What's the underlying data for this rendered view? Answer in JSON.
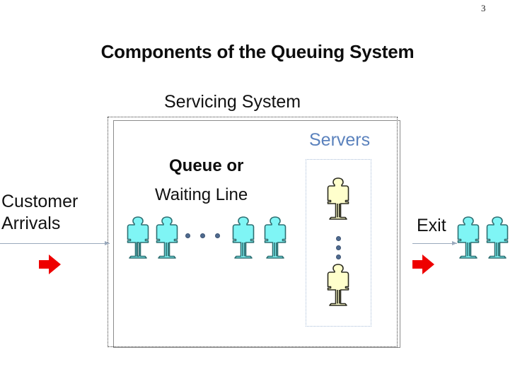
{
  "slide": {
    "page_number": "3",
    "title": "Components of the Queuing System"
  },
  "labels": {
    "servicing_system": "Servicing System",
    "servers": "Servers",
    "queue_line_1": "Queue or",
    "queue_line_2": "Waiting Line",
    "customer_arrivals": "Customer\nArrivals",
    "customer_arrivals_line_1": "Customer",
    "customer_arrivals_line_2": "Arrivals",
    "exit": "Exit"
  },
  "colors": {
    "queue_person_fill": "#7FF5F5",
    "queue_person_stroke": "#2e6f72",
    "server_person_fill": "#FFFFCC",
    "server_person_stroke": "#2b2b20",
    "servers_label": "#5b82bd",
    "servers_box_border": "#a8bdd8",
    "block_arrow": "#ee0000",
    "thin_arrow": "#9aa9bc",
    "ellipsis_dot": "#4f6b8f",
    "frame_outer": "#3a3a3a",
    "frame_inner": "#8c8c8c"
  },
  "figures": {
    "queue_people_count": 4,
    "server_people_count": 2,
    "exit_people_count": 2,
    "queue_ellipsis_dots": 3,
    "server_ellipsis_dots": 3
  },
  "icons": {
    "queue_person": "person-icon",
    "server_person": "person-icon",
    "exit_person": "person-icon",
    "arrival_arrow": "arrow-right-icon",
    "exit_arrow": "arrow-right-icon",
    "arrival_block_arrow": "block-arrow-right-icon",
    "exit_block_arrow": "block-arrow-right-icon"
  }
}
